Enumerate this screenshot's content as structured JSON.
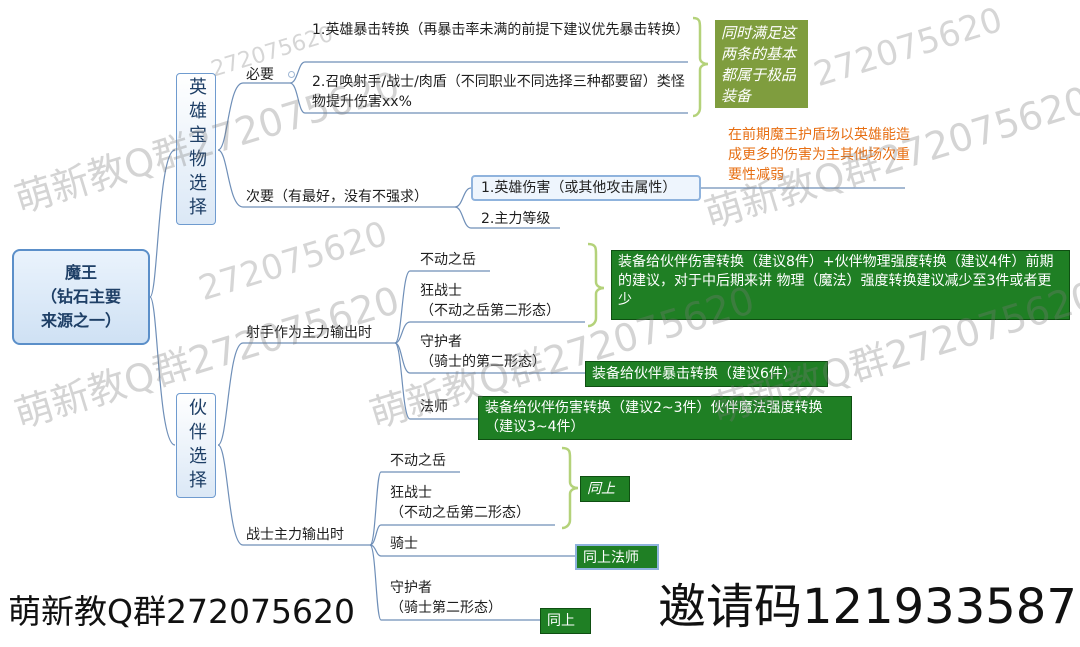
{
  "root": {
    "label": "魔王\n（钻石主要\n来源之一）"
  },
  "branches": {
    "hero": "英雄宝物选择",
    "partner": "伙伴选择"
  },
  "hero": {
    "required": {
      "label": "必要",
      "items": [
        "1.英雄暴击转换（再暴击率未满的前提下建议优先暴击转换）",
        "2.召唤射手/战士/肉盾（不同职业不同选择三种都要留）类怪物提升伤害xx%"
      ],
      "note": "同时满足这两条的基本都属于极品装备"
    },
    "secondary": {
      "label": "次要（有最好，没有不强求）",
      "items": [
        "1.英雄伤害（或其他攻击属性）",
        "2.主力等级"
      ],
      "note": "在前期魔王护盾场以英雄能造成更多的伤害为主其他场次重要性减弱"
    }
  },
  "partner": {
    "archer": {
      "label": "射手作为主力输出时",
      "items": [
        "不动之岳",
        "狂战士\n（不动之岳第二形态）",
        "守护者\n（骑士的第二形态）",
        "法师"
      ],
      "notes": {
        "group": "装备给伙伴伤害转换（建议8件）+伙伴物理强度转换（建议4件）前期的建议，对于中后期来讲 物理（魔法）强度转换建议减少至3件或者更少",
        "guardian": "装备给伙伴暴击转换（建议6件）",
        "mage": "装备给伙伴伤害转换（建议2~3件）伙伴魔法强度转换（建议3~4件）"
      }
    },
    "warrior": {
      "label": "战士主力输出时",
      "items": [
        "不动之岳",
        "狂战士\n（不动之岳第二形态）",
        "骑士",
        "守护者\n（骑士第二形态）"
      ],
      "notes": {
        "group": "同上",
        "knight": "同上法师",
        "guardian": "同上"
      }
    }
  },
  "watermarks": {
    "qq": "萌新教Q群272075620",
    "number": "272075620"
  },
  "footer": {
    "left": "萌新教Q群272075620",
    "right": "邀请码121933587"
  },
  "colors": {
    "node_border": "#5b8fc9",
    "link": "#6f8fb8",
    "green": "#1f7f24",
    "olive": "#7f9d3e",
    "orange": "#e76f13",
    "bracket": "#b4d27a"
  }
}
